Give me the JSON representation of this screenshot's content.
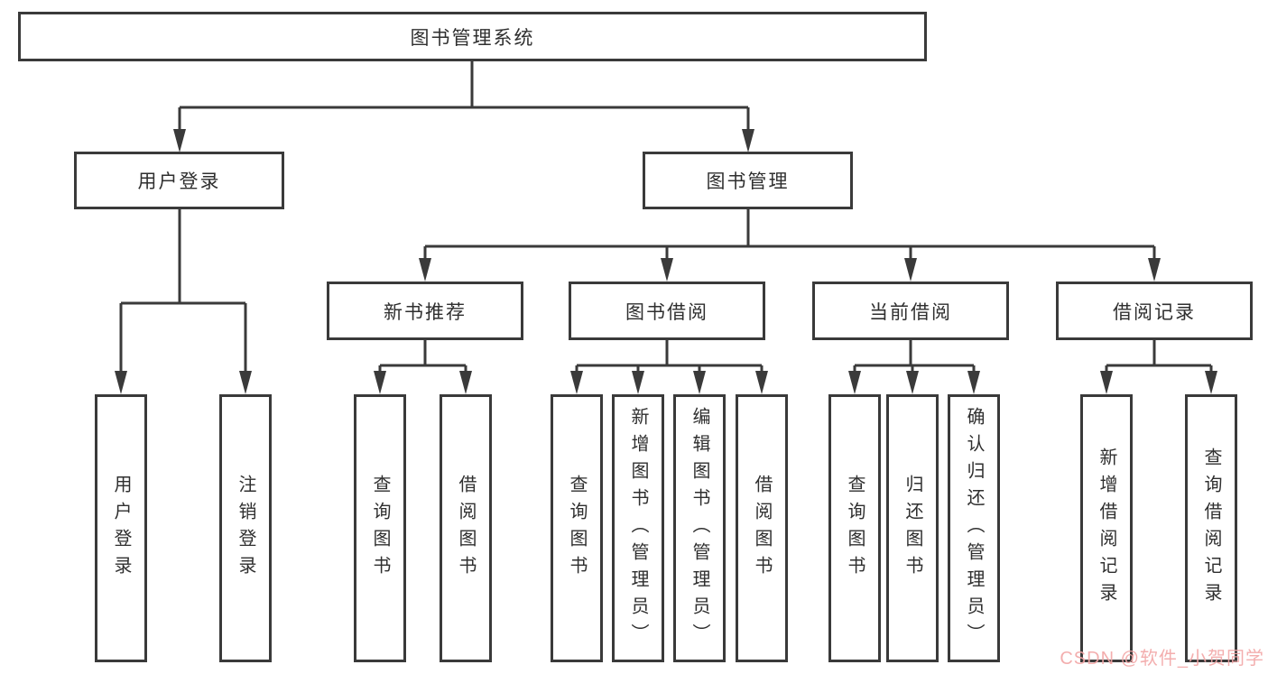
{
  "diagram": {
    "title": "图书管理系统",
    "nodes": {
      "root": "图书管理系统",
      "user_login": "用户登录",
      "book_management": "图书管理",
      "new_book_rec": "新书推荐",
      "book_borrowing": "图书借阅",
      "current_borrowing": "当前借阅",
      "borrowing_records": "借阅记录",
      "leaf_user_login": "用户登录",
      "leaf_logout": "注销登录",
      "leaf_rec_query_books": "查询图书",
      "leaf_rec_borrow_books": "借阅图书",
      "leaf_bb_query_books": "查询图书",
      "leaf_bb_add_books": "新增图书（管理员）",
      "leaf_bb_edit_books": "编辑图书（管理员）",
      "leaf_bb_borrow_books": "借阅图书",
      "leaf_cb_query_books": "查询图书",
      "leaf_cb_return_books": "归还图书",
      "leaf_cb_confirm_return": "确认归还（管理员）",
      "leaf_br_add_record": "新增借阅记录",
      "leaf_br_query_record": "查询借阅记录"
    },
    "tree": {
      "图书管理系统": {
        "用户登录": [
          "用户登录",
          "注销登录"
        ],
        "图书管理": {
          "新书推荐": [
            "查询图书",
            "借阅图书"
          ],
          "图书借阅": [
            "查询图书",
            "新增图书（管理员）",
            "编辑图书（管理员）",
            "借阅图书"
          ],
          "当前借阅": [
            "查询图书",
            "归还图书",
            "确认归还（管理员）"
          ],
          "借阅记录": [
            "新增借阅记录",
            "查询借阅记录"
          ]
        }
      }
    }
  },
  "watermark": {
    "text": "CSDN @软件_小贺同学",
    "color": "#f2a6a6"
  },
  "colors": {
    "line": "#3a3a3a",
    "box_border": "#3a3a3a",
    "text": "#2f2f2f",
    "background": "#ffffff"
  }
}
